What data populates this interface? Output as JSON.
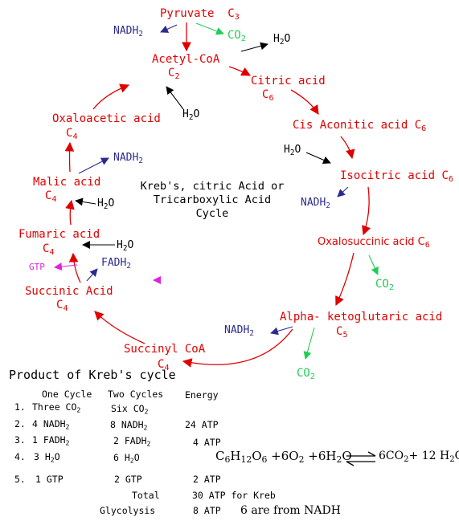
{
  "cycle": {
    "pyruvate": {
      "name": "Pyruvate",
      "carbon_main": "C",
      "carbon_sub": "3"
    },
    "acetyl_coa": {
      "name": "Acetyl-CoA",
      "carbon_main": "C",
      "carbon_sub": "2"
    },
    "citric_acid": {
      "name": "Citric acid",
      "carbon_main": "C",
      "carbon_sub": "6"
    },
    "cis_aconitic": {
      "name": "Cis Aconitic acid",
      "carbon_main": "C",
      "carbon_sub": "6"
    },
    "isocitric": {
      "name": "Isocitric acid",
      "carbon_main": "C",
      "carbon_sub": "6"
    },
    "oxalosuccinic": {
      "name": "Oxalosuccinic acid",
      "carbon_main": "C",
      "carbon_sub": "6"
    },
    "alpha_keto": {
      "name": "Alpha- ketoglutaric acid",
      "carbon_main": "C",
      "carbon_sub": "5"
    },
    "succinyl_coa": {
      "name": "Succinyl CoA",
      "carbon_main": "C",
      "carbon_sub": "4"
    },
    "succinic": {
      "name": "Succinic Acid",
      "carbon_main": "C",
      "carbon_sub": "4"
    },
    "fumaric": {
      "name": "Fumaric acid",
      "carbon_main": "C",
      "carbon_sub": "4"
    },
    "malic": {
      "name": "Malic acid",
      "carbon_main": "C",
      "carbon_sub": "4"
    },
    "oxaloacetic": {
      "name": "Oxaloacetic acid",
      "carbon_main": "C",
      "carbon_sub": "4"
    }
  },
  "side": {
    "nadh_main": "NADH",
    "nadh_sub": "2",
    "fadh_main": "FADH",
    "fadh_sub": "2",
    "co2_main": "CO",
    "co2_sub": "2",
    "h2o_pre": "H",
    "h2o_sub": "2",
    "h2o_post": "O",
    "gtp": "GTP"
  },
  "title": {
    "line1": "Kreb's, citric Acid or",
    "line2": "Tricarboxylic Acid",
    "line3": "Cycle"
  },
  "product": {
    "heading": "Product of Kreb's cycle",
    "col_one": "One Cycle",
    "col_two": "Two Cycles",
    "col_energy": "Energy",
    "rows": [
      {
        "num": "1.",
        "one_main": "Three CO",
        "one_sub": "2",
        "two_main": "Six CO",
        "two_sub": "2",
        "energy": ""
      },
      {
        "num": "2.",
        "one_main": "4 NADH",
        "one_sub": "2",
        "two_main": "8  NADH",
        "two_sub": "2",
        "energy": "24 ATP"
      },
      {
        "num": "3.",
        "one_main": "1 FADH",
        "one_sub": "2",
        "two_main": "2 FADH",
        "two_sub": "2",
        "energy": "4 ATP"
      },
      {
        "num": "4.",
        "one_pre": "3 H",
        "one_sub": "2",
        "one_post": "O",
        "two_pre": "6 H",
        "two_sub": "2",
        "two_post": "O",
        "energy": ""
      },
      {
        "num": "5.",
        "one_main": "1 GTP",
        "two_main": "2  GTP",
        "energy": "2 ATP"
      }
    ],
    "total_label": "Total",
    "total_value": "30 ATP  for Kreb",
    "glyco_label": "Glycolysis",
    "glyco_value": "8  ATP",
    "glyco_note": "6 are from NADH"
  },
  "equation": {
    "c": "C",
    "c_sub": "6",
    "h": "H",
    "h_sub": "12",
    "o": "O",
    "o_sub": "6",
    "plus_o2": "+6O",
    "o2_sub": "2",
    "plus_h2o_pre": "+6H",
    "h2o_sub": "2",
    "h2o_post": "O",
    "co2": "6CO",
    "co2_sub": "2",
    "plus_water_pre": "+ 12 H",
    "water_sub": "2",
    "water_post": "O"
  }
}
